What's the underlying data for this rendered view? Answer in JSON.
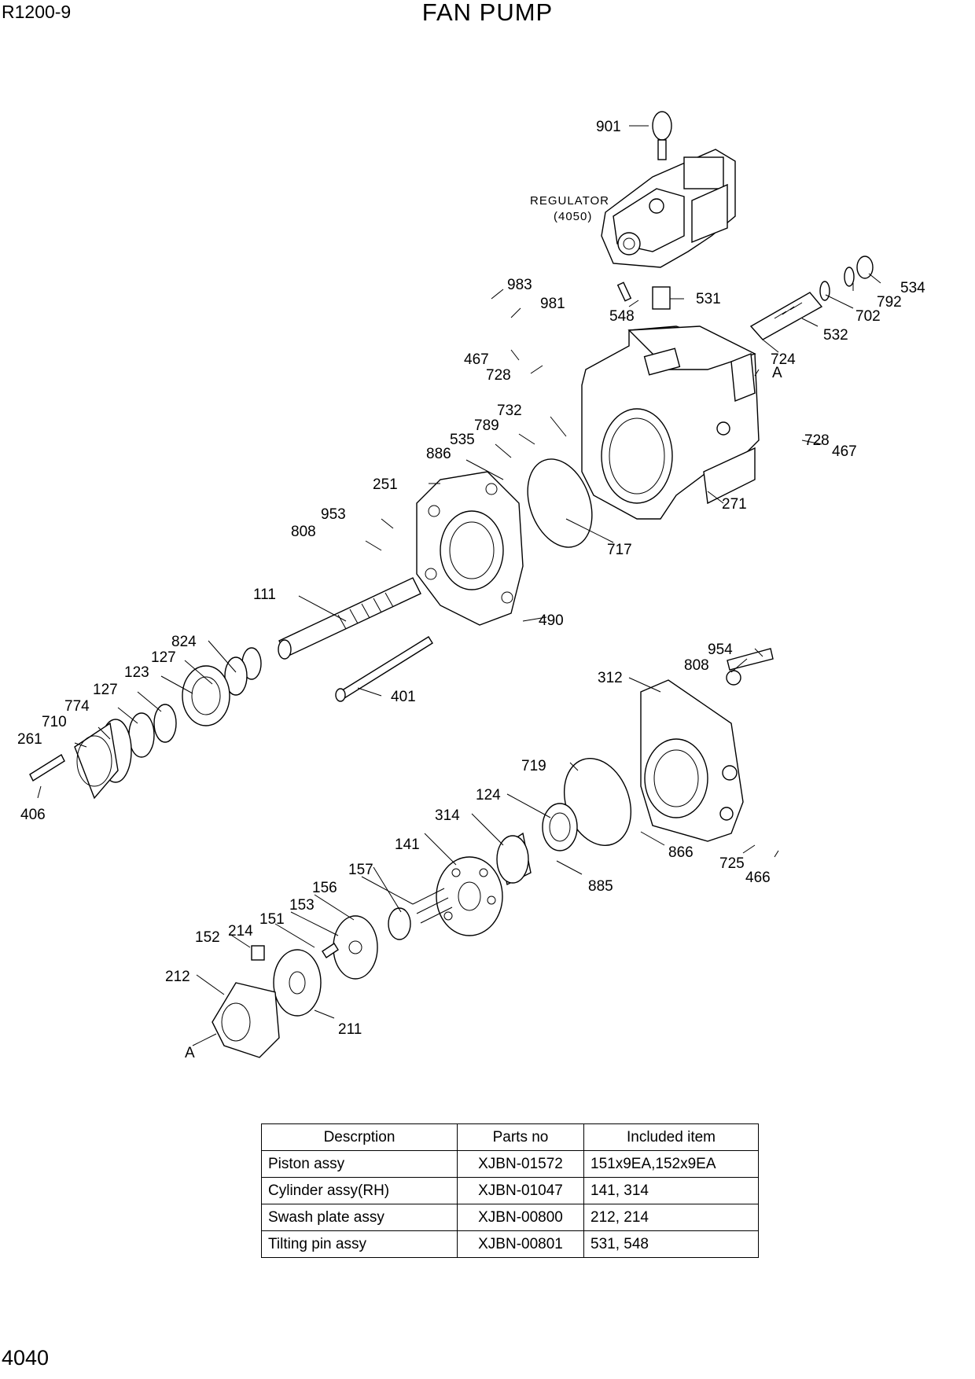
{
  "header": {
    "model": "R1200-9",
    "title": "FAN PUMP"
  },
  "footer": {
    "page_number": "4040"
  },
  "diagram": {
    "regulator_label": "REGULATOR",
    "regulator_code": "(4050)",
    "section_mark_top": "A",
    "section_mark_bottom": "A",
    "callouts": [
      "901",
      "983",
      "981",
      "548",
      "531",
      "534",
      "792",
      "702",
      "532",
      "724",
      "467",
      "728",
      "732",
      "789",
      "535",
      "886",
      "251",
      "953",
      "808",
      "111",
      "490",
      "717",
      "271",
      "728",
      "467",
      "824",
      "127",
      "123",
      "127",
      "774",
      "710",
      "261",
      "406",
      "401",
      "312",
      "954",
      "808",
      "719",
      "124",
      "314",
      "141",
      "157",
      "156",
      "153",
      "151",
      "152",
      "214",
      "212",
      "211",
      "866",
      "725",
      "466",
      "885"
    ]
  },
  "table": {
    "headers": [
      "Descrption",
      "Parts no",
      "Included item"
    ],
    "rows": [
      [
        "Piston  assy",
        "XJBN-01572",
        "151x9EA,152x9EA"
      ],
      [
        "Cylinder  assy(RH)",
        "XJBN-01047",
        "141, 314"
      ],
      [
        "Swash plate assy",
        "XJBN-00800",
        "212, 214"
      ],
      [
        "Tilting pin assy",
        "XJBN-00801",
        "531, 548"
      ]
    ]
  }
}
